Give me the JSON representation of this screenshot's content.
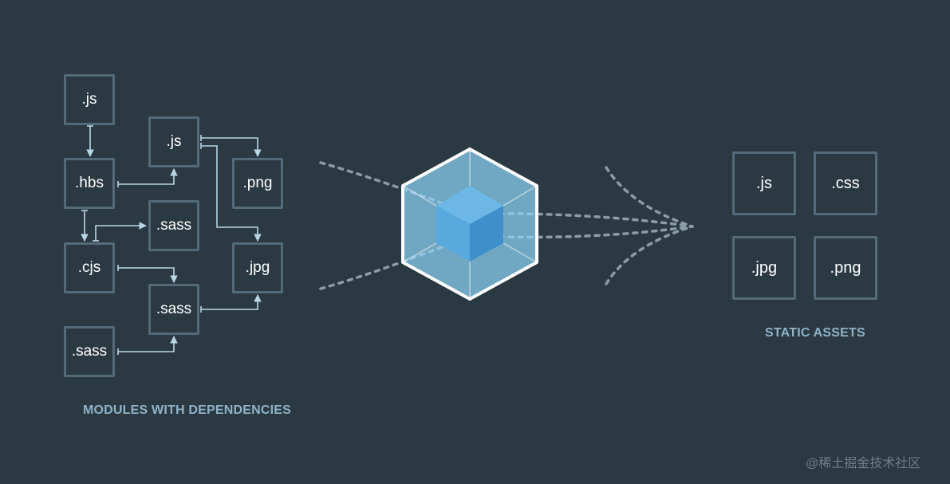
{
  "modules": {
    "items": [
      ".js",
      ".hbs",
      ".cjs",
      ".sass",
      ".js",
      ".sass",
      ".sass",
      ".png",
      ".jpg"
    ],
    "caption": "MODULES WITH DEPENDENCIES"
  },
  "assets": {
    "items": [
      ".js",
      ".css",
      ".jpg",
      ".png"
    ],
    "caption": "STATIC ASSETS"
  },
  "watermark": "@稀土掘金技术社区",
  "colors": {
    "background": "#2b3a42",
    "box_border": "#536b79",
    "arrow": "#b9d6e6",
    "caption": "#8fb2c9",
    "cube_outer": "#8ed6fb",
    "cube_inner": "#1c78c0"
  }
}
